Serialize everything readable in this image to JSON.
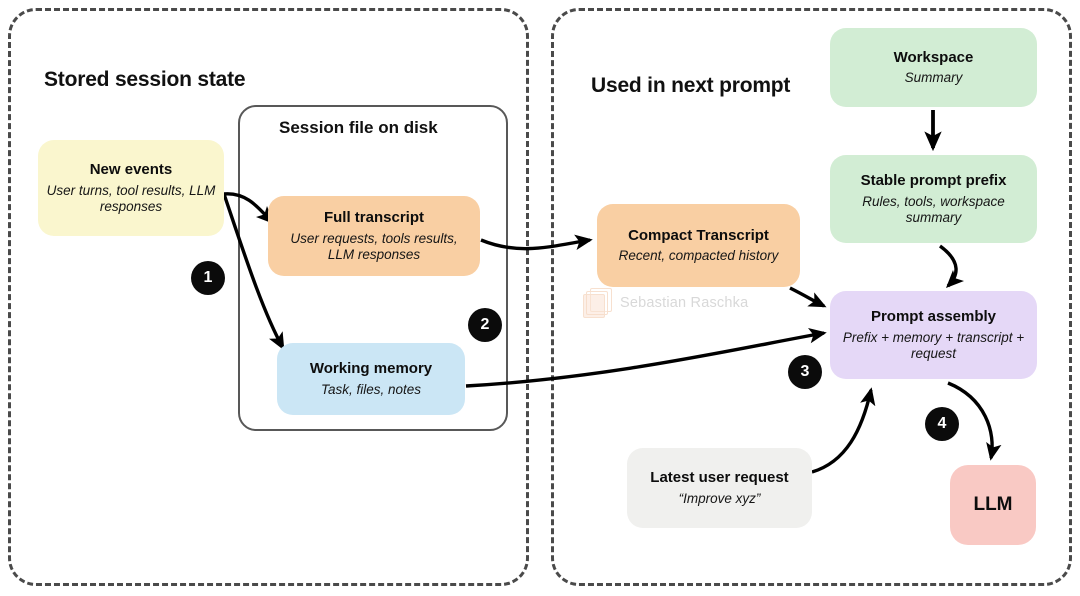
{
  "panels": {
    "left": {
      "title": "Stored session state"
    },
    "right": {
      "title": "Used in next prompt"
    }
  },
  "inner_boxes": {
    "session_file": {
      "title": "Session file on disk"
    }
  },
  "nodes": {
    "new_events": {
      "title": "New events",
      "subtitle": "User turns, tool results, LLM responses",
      "color": "#faf6ce"
    },
    "full_transcript": {
      "title": "Full transcript",
      "subtitle": "User requests, tools results, LLM responses",
      "color": "#f9cfa3"
    },
    "working_memory": {
      "title": "Working memory",
      "subtitle": "Task, files, notes",
      "color": "#cbe6f5"
    },
    "compact_transcript": {
      "title": "Compact Transcript",
      "subtitle": "Recent, compacted history",
      "color": "#f9cfa3"
    },
    "workspace": {
      "title": "Workspace",
      "subtitle": "Summary",
      "color": "#d2edd4"
    },
    "stable_prefix": {
      "title": "Stable prompt prefix",
      "subtitle": "Rules, tools, workspace summary",
      "color": "#d2edd4"
    },
    "prompt_assembly": {
      "title": "Prompt assembly",
      "subtitle": "Prefix + memory + transcript + request",
      "color": "#e5d8f7"
    },
    "latest_request": {
      "title": "Latest user request",
      "subtitle": "“Improve xyz”",
      "color": "#f0f0ee"
    },
    "llm": {
      "title": "LLM",
      "subtitle": "",
      "color": "#f9c9c4"
    }
  },
  "steps": [
    {
      "label": "1"
    },
    {
      "label": "2"
    },
    {
      "label": "3"
    },
    {
      "label": "4"
    }
  ],
  "watermark": {
    "text": "Sebastian Raschka"
  },
  "colors": {
    "panel_border": "#4a4a4a",
    "inner_border": "#585858",
    "arrow": "#000000",
    "step_badge": "#0b0b0b"
  }
}
